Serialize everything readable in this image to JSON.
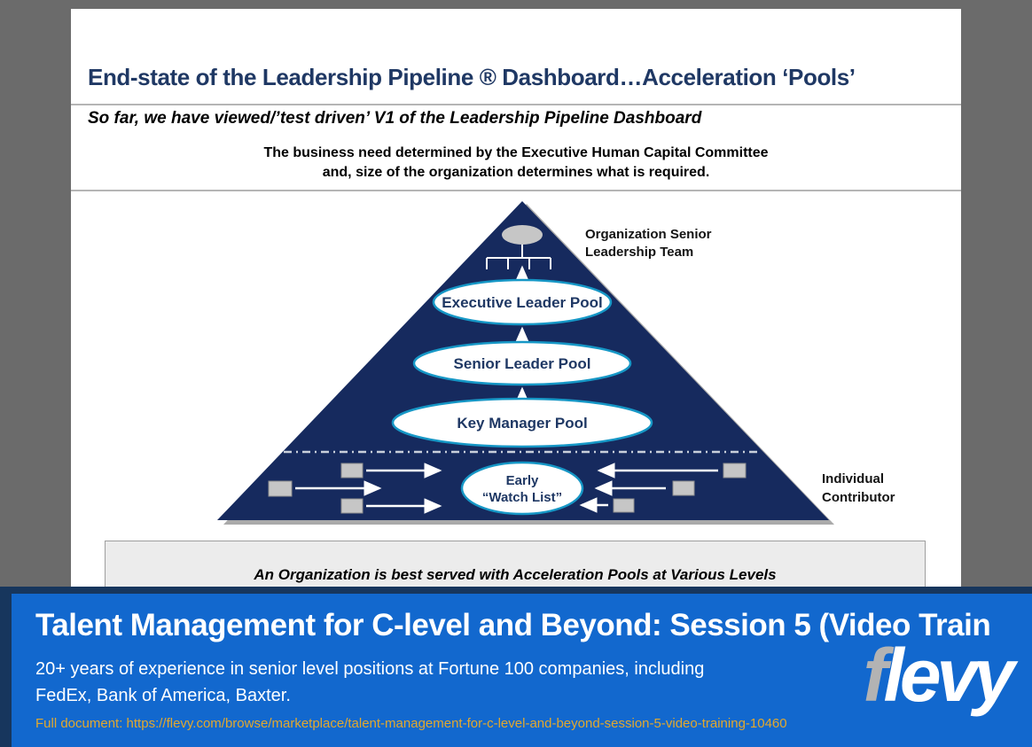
{
  "slide": {
    "title": "End-state of the Leadership Pipeline ® Dashboard…Acceleration ‘Pools’",
    "subtitle": "So far, we have viewed/’test driven’ V1 of the Leadership Pipeline Dashboard",
    "intro_line1": "The business need determined by the Executive Human Capital Committee",
    "intro_line2": "and, size of the organization determines what is required.",
    "pyramid": {
      "levels": [
        {
          "label": "Executive Leader Pool"
        },
        {
          "label": "Senior Leader Pool"
        },
        {
          "label": "Key Manager Pool"
        }
      ],
      "watch_pool_line1": "Early",
      "watch_pool_line2": "“Watch List”",
      "label_top_line1": "Organization Senior",
      "label_top_line2": "Leadership Team",
      "label_bottom_line1": "Individual",
      "label_bottom_line2": "Contributor"
    },
    "callout": "An Organization is best served with Acceleration Pools at Various Levels"
  },
  "banner": {
    "title": "Talent Management for C-level and Beyond: Session 5 (Video Train",
    "line1": "20+ years of experience in senior level positions at Fortune 100 companies, including",
    "line2": "FedEx, Bank of America, Baxter.",
    "full_doc": "Full document: https://flevy.com/browse/marketplace/talent-management-for-c-level-and-beyond-session-5-video-training-10460",
    "logo_f": "f",
    "logo_rest": "levy"
  },
  "icons": [
    "org-chart-icon",
    "up-arrow-icon",
    "flow-arrow-icon",
    "flevy-logo"
  ],
  "colors": {
    "title_navy": "#1F3864",
    "pyramid_navy": "#162A5E",
    "ellipse_border_teal": "#1697C6",
    "banner_blue": "#1268CE",
    "banner_navy": "#17365D",
    "url_gold": "#E2A82E",
    "surround_gray": "#6b6b6b",
    "callout_gray": "#ECECEC"
  }
}
